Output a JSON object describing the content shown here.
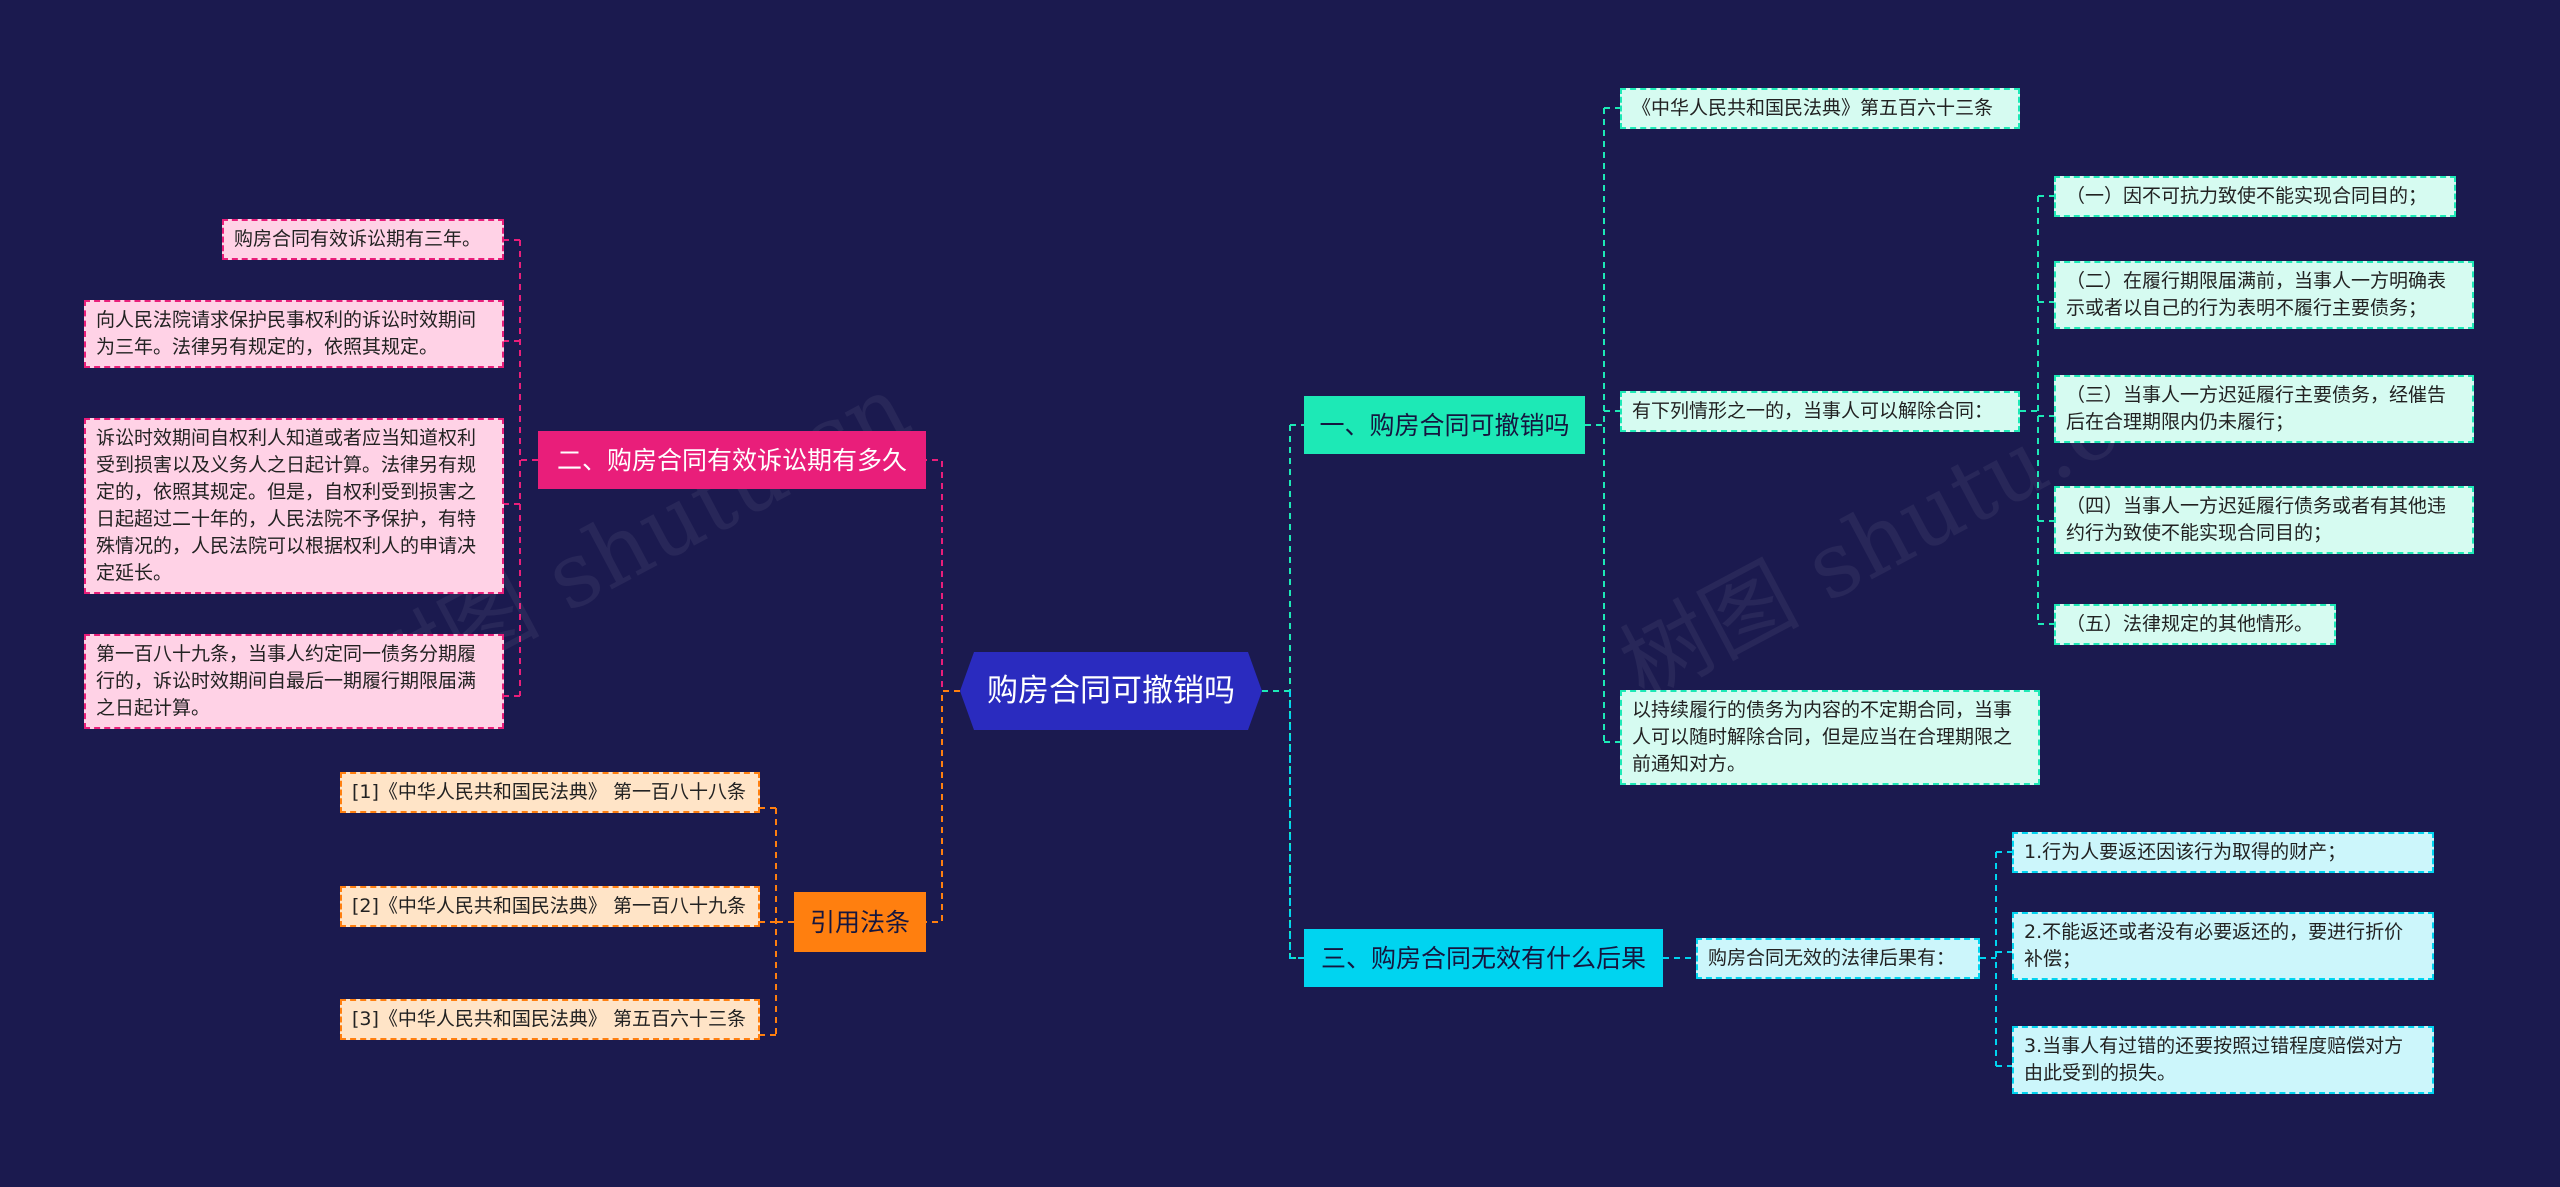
{
  "colors": {
    "background": "#1b1a4f",
    "root": "#2a2bbf",
    "branch1": "#1de9b6",
    "branch2": "#e91e7a",
    "branch3": "#00d4f0",
    "branch4": "#ff7f0f",
    "leaf_mint": "#d6fbf1",
    "leaf_cyan": "#ccf6fb",
    "leaf_pink": "#ffd2e6",
    "leaf_peach": "#ffe4c7"
  },
  "watermarks": [
    "树图 shutu.cn",
    "树图 shutu.cn"
  ],
  "root": {
    "label": "购房合同可撤销吗"
  },
  "branches": {
    "b1": {
      "label": "一、购房合同可撤销吗"
    },
    "b2": {
      "label": "二、购房合同有效诉讼期有多久"
    },
    "b3": {
      "label": "三、购房合同无效有什么后果"
    },
    "b4": {
      "label": "引用法条"
    }
  },
  "b1": {
    "law": "《中华人民共和国民法典》第五百六十三条",
    "intro": "有下列情形之一的，当事人可以解除合同：",
    "items": [
      "（一）因不可抗力致使不能实现合同目的；",
      "（二）在履行期限届满前，当事人一方明确表示或者以自己的行为表明不履行主要债务；",
      "（三）当事人一方迟延履行主要债务，经催告后在合理期限内仍未履行；",
      "（四）当事人一方迟延履行债务或者有其他违约行为致使不能实现合同目的；",
      "（五）法律规定的其他情形。"
    ],
    "tail": "以持续履行的债务为内容的不定期合同，当事人可以随时解除合同，但是应当在合理期限之前通知对方。"
  },
  "b2": {
    "items": [
      "购房合同有效诉讼期有三年。",
      "向人民法院请求保护民事权利的诉讼时效期间为三年。法律另有规定的，依照其规定。",
      "诉讼时效期间自权利人知道或者应当知道权利受到损害以及义务人之日起计算。法律另有规定的，依照其规定。但是，自权利受到损害之日起超过二十年的，人民法院不予保护，有特殊情况的，人民法院可以根据权利人的申请决定延长。",
      "第一百八十九条，当事人约定同一债务分期履行的，诉讼时效期间自最后一期履行期限届满之日起计算。"
    ]
  },
  "b3": {
    "intro": "购房合同无效的法律后果有：",
    "items": [
      "1.行为人要返还因该行为取得的财产；",
      "2.不能返还或者没有必要返还的，要进行折价补偿；",
      "3.当事人有过错的还要按照过错程度赔偿对方由此受到的损失。"
    ]
  },
  "b4": {
    "items": [
      "[1]《中华人民共和国民法典》 第一百八十八条",
      "[2]《中华人民共和国民法典》 第一百八十九条",
      "[3]《中华人民共和国民法典》 第五百六十三条"
    ]
  }
}
